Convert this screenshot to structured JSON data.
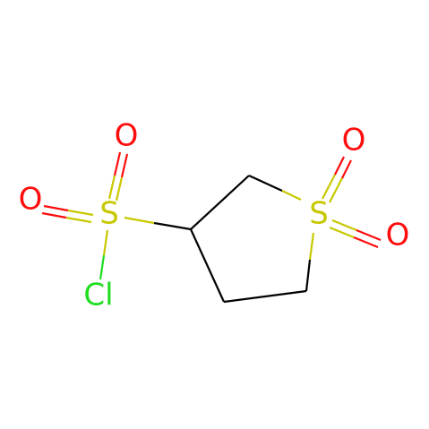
{
  "molecule": {
    "atoms": {
      "o_top_left": {
        "symbol": "O",
        "color": "#ff0d0d"
      },
      "o_left": {
        "symbol": "O",
        "color": "#ff0d0d"
      },
      "s_left": {
        "symbol": "S",
        "color": "#c8c800"
      },
      "cl": {
        "symbol": "Cl",
        "color": "#1fdd1f"
      },
      "s_ring": {
        "symbol": "S",
        "color": "#c8c800"
      },
      "o_top_right": {
        "symbol": "O",
        "color": "#ff0d0d"
      },
      "o_right": {
        "symbol": "O",
        "color": "#ff0d0d"
      }
    },
    "bond_color": "#000000"
  }
}
